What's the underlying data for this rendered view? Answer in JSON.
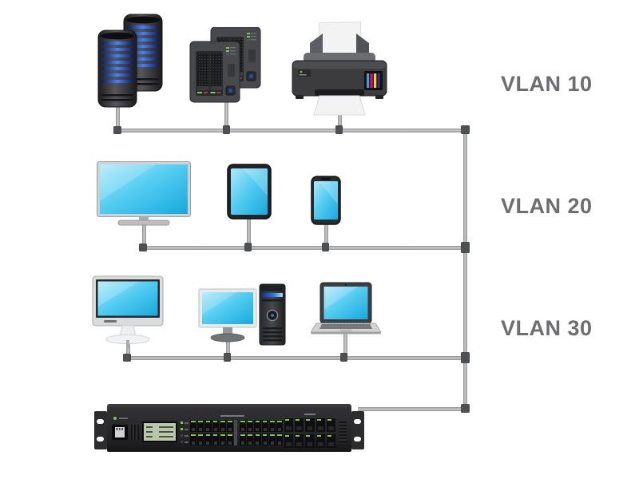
{
  "diagram": {
    "background": "#ffffff",
    "vlans": [
      {
        "label": "VLAN 10",
        "devices": [
          "tower-servers",
          "nas-storage-units",
          "printer"
        ]
      },
      {
        "label": "VLAN 20",
        "devices": [
          "tv-display",
          "tablet",
          "smartphone"
        ]
      },
      {
        "label": "VLAN 30",
        "devices": [
          "all-in-one-computer",
          "desktop-computer",
          "laptop"
        ]
      }
    ],
    "switch": {
      "name": "rackmount-ethernet-switch",
      "rj45_port_count": 24,
      "sfp_port_count": 10
    },
    "colors": {
      "label_text": "#6d6e71",
      "cable": "#b4b6b8",
      "cable_joint": "#4f5053",
      "screen_cyan": "#45c8f1",
      "led_green": "#7ac943",
      "server_stripe_blue": "#4383ff",
      "switch_body": "#2b2b2d"
    }
  }
}
